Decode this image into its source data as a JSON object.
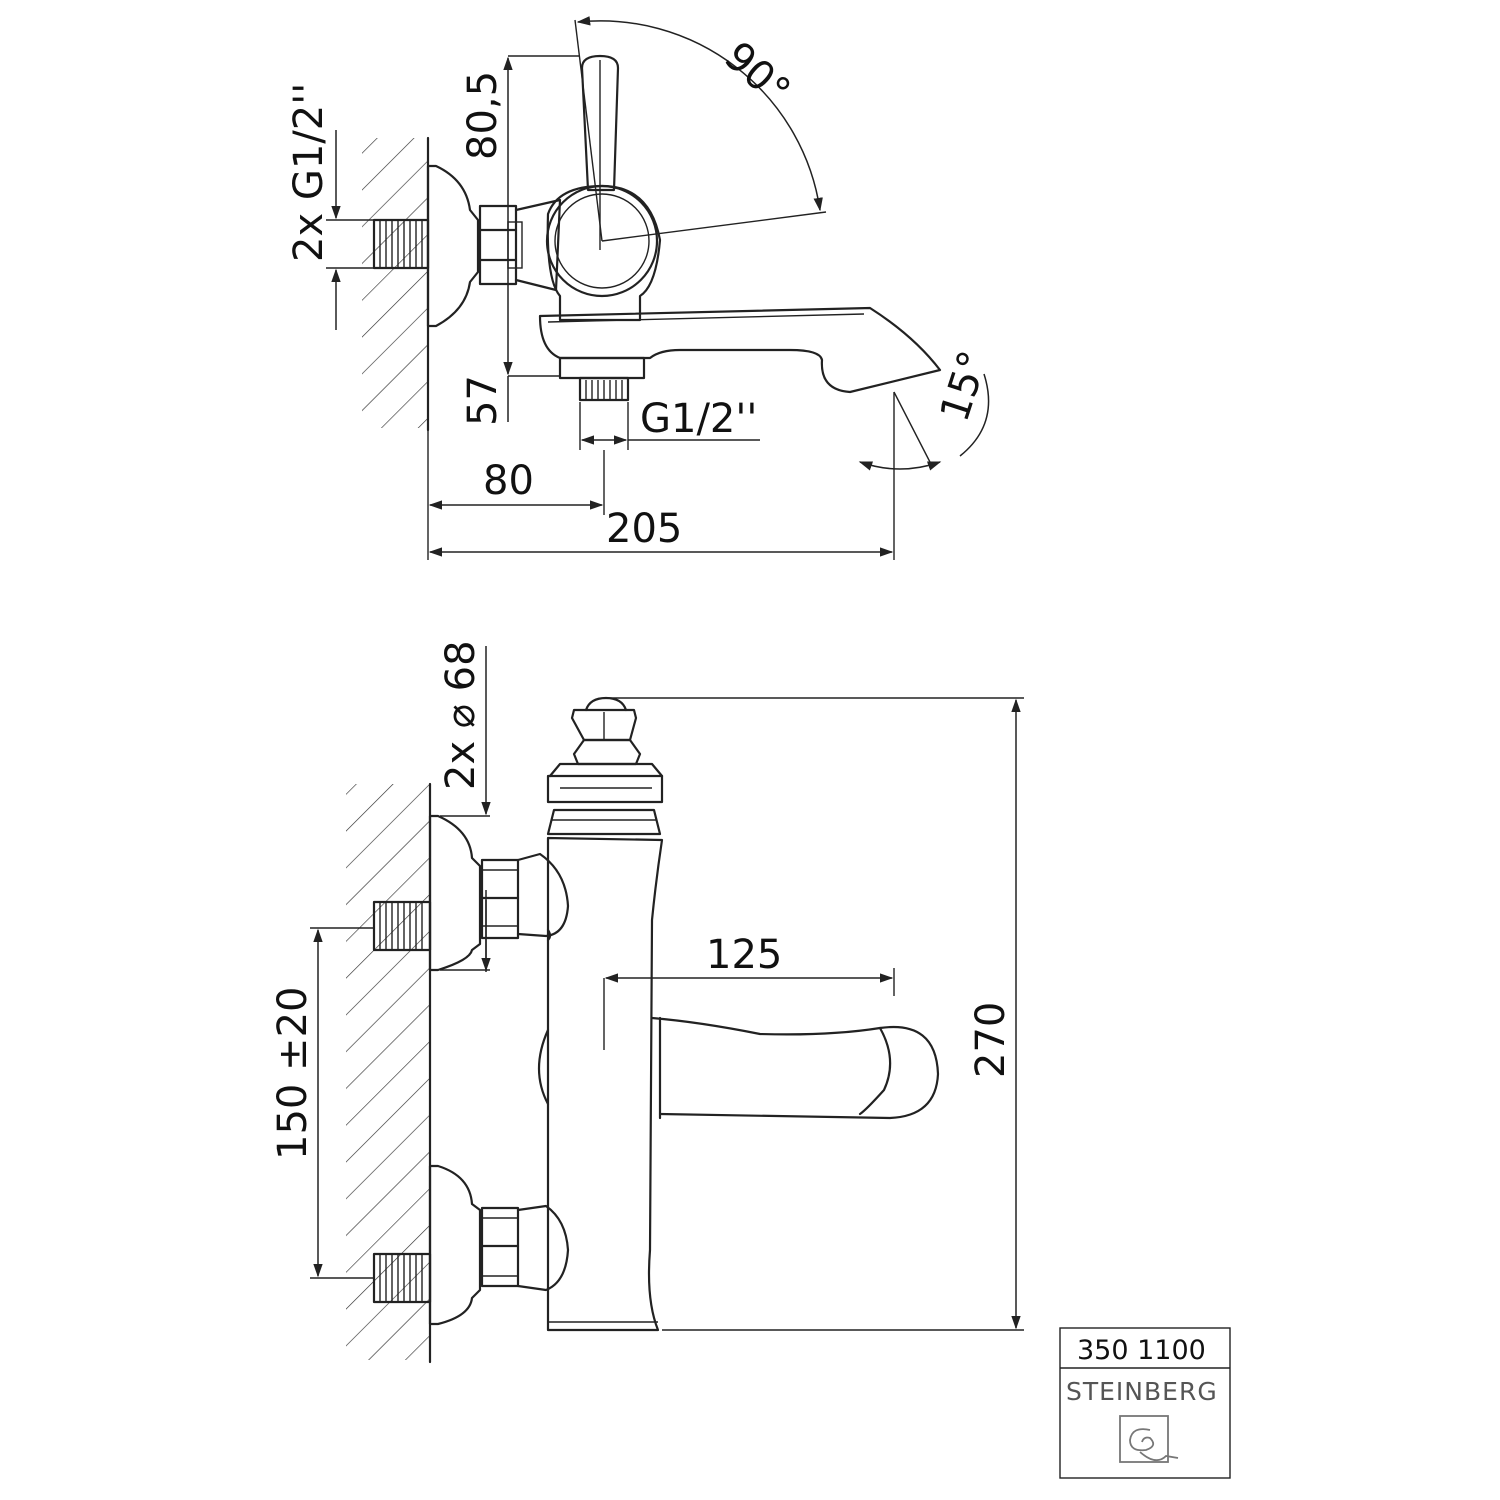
{
  "dimensions_top": {
    "angle_lever": "90°",
    "lever_height": "80,5",
    "inlet_thread": "2x G1/2''",
    "outlet_height": "57",
    "outlet_thread": "G1/2''",
    "angle_spout": "15°",
    "outlet_offset": "80",
    "total_depth": "205"
  },
  "dimensions_bottom": {
    "flange_diameter": "2x ⌀ 68",
    "spout_length": "125",
    "inlet_spacing": "150 ±20",
    "total_width": "270"
  },
  "title_block": {
    "article_number": "350 1100",
    "brand": "STEINBERG",
    "logo_icon": "steinberg-logo-icon"
  }
}
